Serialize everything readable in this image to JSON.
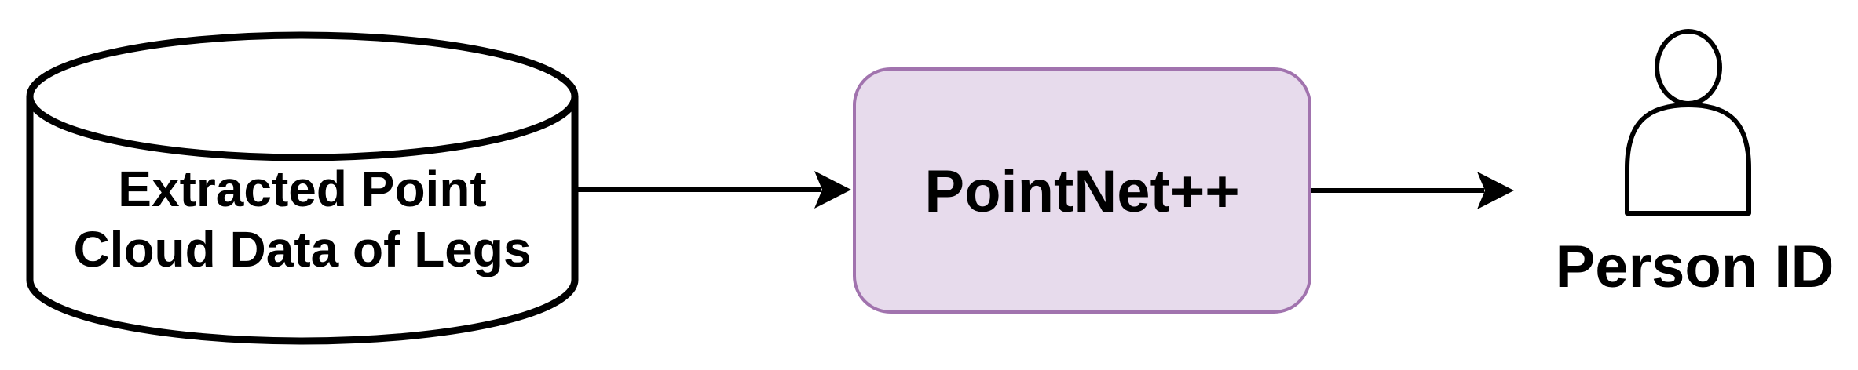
{
  "diagram": {
    "background": "#ffffff",
    "arrow_color": "#000000",
    "database": {
      "label_line1": "Extracted Point",
      "label_line2": "Cloud Data of Legs",
      "fill": "#ffffff",
      "stroke": "#000000"
    },
    "process": {
      "label": "PointNet++",
      "fill": "#e7dbec",
      "stroke": "#a173ae"
    },
    "output": {
      "label": "Person ID",
      "icon": "person-icon",
      "fill": "#ffffff",
      "stroke": "#000000"
    },
    "arrows": [
      {
        "from": "database",
        "to": "process"
      },
      {
        "from": "process",
        "to": "output"
      }
    ]
  }
}
